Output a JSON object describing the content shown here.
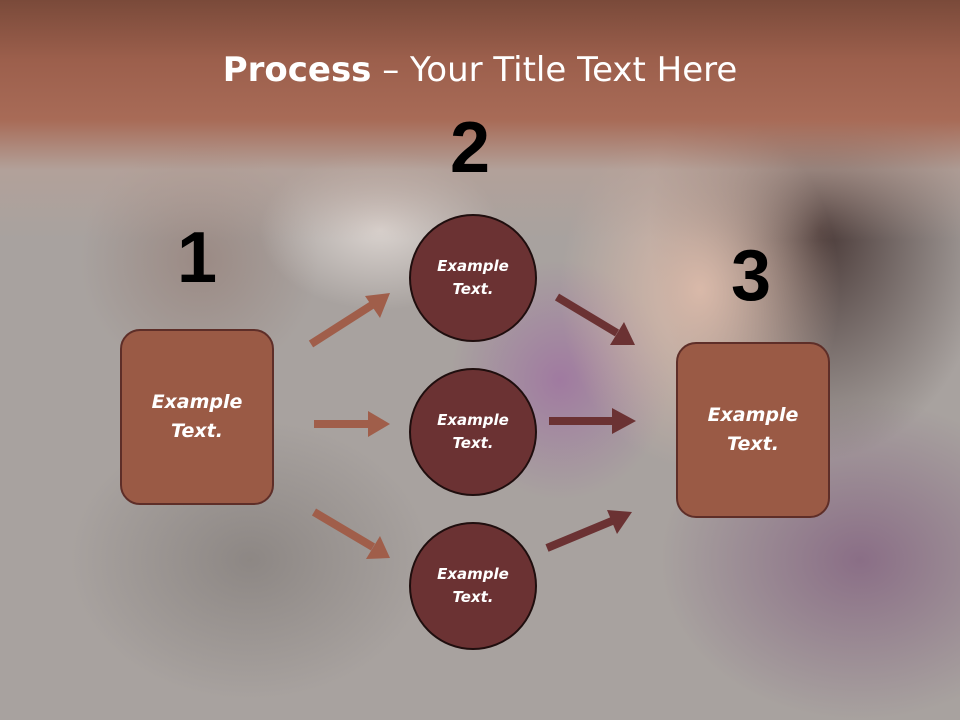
{
  "title": {
    "bold": "Process",
    "rest": " – Your Title Text Here"
  },
  "steps": {
    "one": "1",
    "two": "2",
    "three": "3"
  },
  "box_left": "Example\nText.",
  "box_right": "Example\nText.",
  "circles": [
    "Example\nText.",
    "Example\nText.",
    "Example\nText."
  ],
  "colors": {
    "header": "#9c5f4c",
    "box": "#9a5a45",
    "circle": "#6b3233",
    "arrow_light": "#a05e4a",
    "arrow_dark": "#6b3233"
  }
}
